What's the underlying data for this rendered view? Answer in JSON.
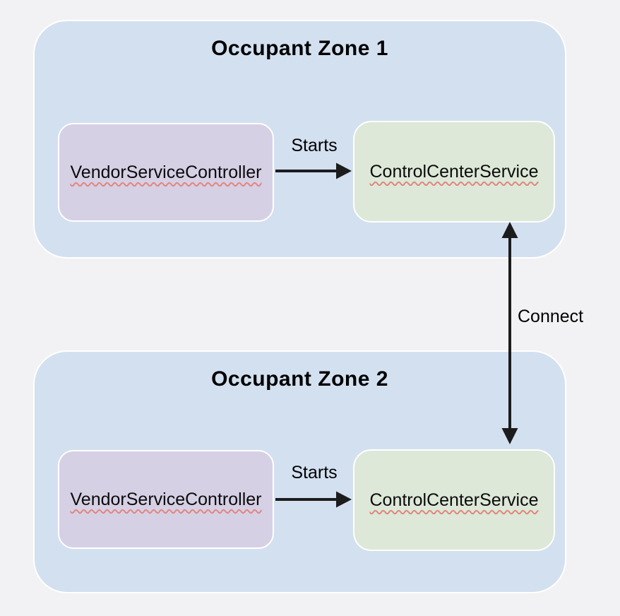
{
  "diagram": {
    "connect_label": "Connect",
    "zones": [
      {
        "title": "Occupant Zone 1",
        "controller_label": "VendorServiceController",
        "service_label": "ControlCenterService",
        "starts_label": "Starts"
      },
      {
        "title": "Occupant Zone 2",
        "controller_label": "VendorServiceController",
        "service_label": "ControlCenterService",
        "starts_label": "Starts"
      }
    ],
    "colors": {
      "page_background": "#f2f2f4",
      "zone_fill": "#d3e0f0",
      "controller_fill": "#d6d0e5",
      "service_fill": "#dde8d8",
      "node_border": "#ffffff",
      "arrow": "#1c1c1c",
      "misspell_underline": "#e0867e",
      "text": "#000000"
    }
  }
}
